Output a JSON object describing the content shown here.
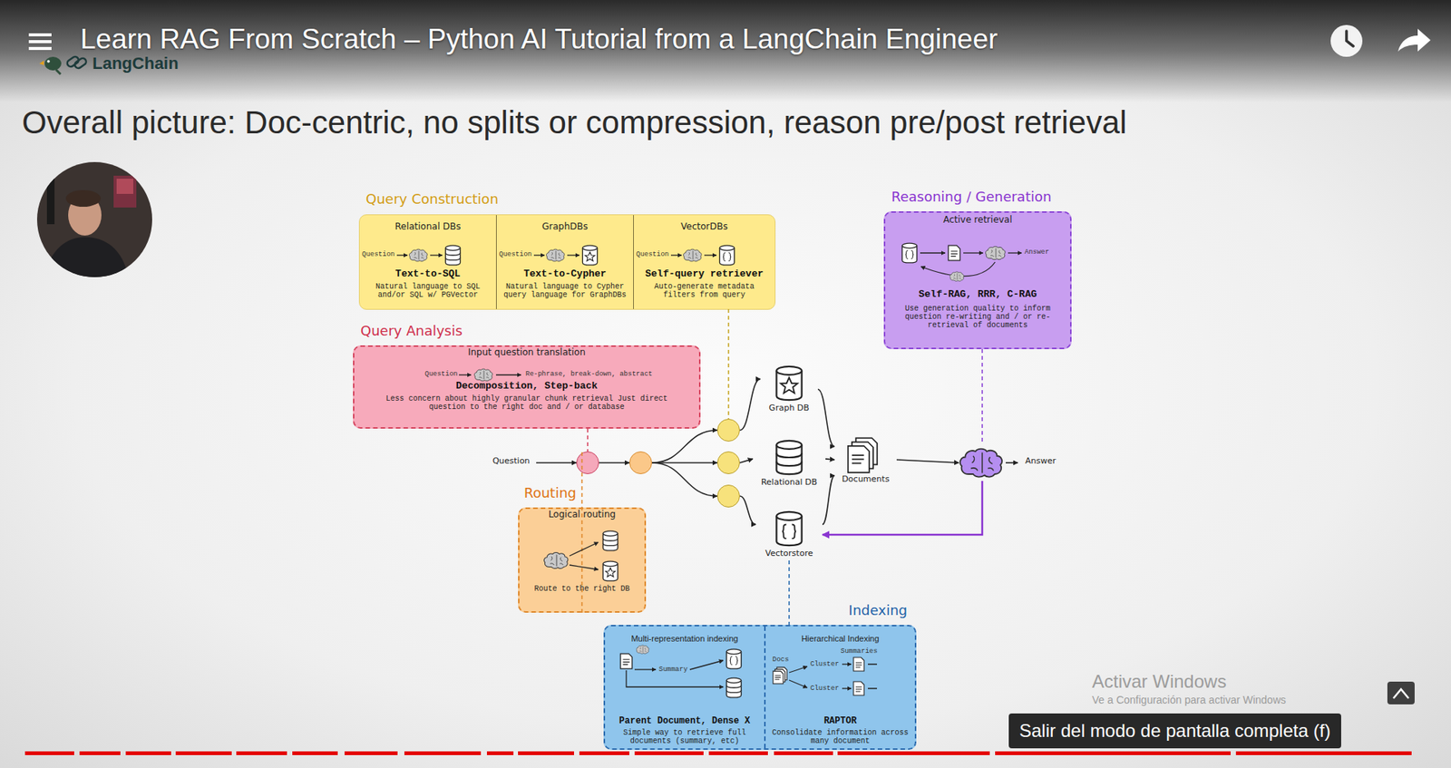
{
  "diagram": {
    "title": "Overall picture: Doc-centric, no splits or compression, reason pre/post retrieval",
    "nodes": [
      {
        "text": [
          "Query Construction"
        ]
      },
      {
        "text": [
          "Relational DBs",
          "Text-to-SQL",
          "Natural language to SQL and/or SQL w/ PGVector"
        ],
        "in": 0
      },
      {
        "text": [
          "GraphDBs",
          "Text-to-Cypher",
          "Natural language to Cypher query language for GraphDBs"
        ],
        "in": 0
      },
      {
        "text": [
          "VectorDBs",
          "Self-query retriever",
          "Auto-generate metadata filters from query"
        ],
        "in": 0
      },
      {
        "text": [
          "Reasoning / Generation",
          "Active retrieval",
          "Self-RAG, RRR, C-RAG",
          "Use generation quality to inform question re-writing and / or re-retrieval of documents"
        ]
      },
      {
        "text": [
          "Query Analysis",
          "Input question translation",
          "Decomposition, Step-back",
          "Less concern about highly granular chunk retrieval Just direct question to the right doc and / or database"
        ]
      },
      {
        "text": [
          "Graph DB"
        ]
      },
      {
        "text": []
      },
      {
        "text": [
          "Question"
        ]
      },
      {
        "text": []
      },
      {
        "text": []
      },
      {
        "text": []
      },
      {
        "text": [
          "Relational DB"
        ]
      },
      {
        "text": [
          "Documents"
        ]
      },
      {
        "text": []
      },
      {
        "text": [
          "Answer"
        ]
      },
      {
        "text": []
      },
      {
        "text": [
          "Vectorstore"
        ]
      },
      {
        "text": [
          "Routing",
          "Logical routing",
          "Route to the right DB"
        ]
      },
      {
        "text": [
          "Indexing"
        ]
      },
      {
        "text": [
          "Multi-representation indexing",
          "Parent Document, Dense X",
          "Simple way to retrieve full documents (summary, etc)"
        ],
        "in": 19
      },
      {
        "text": [
          "Hierarchical Indexing",
          "RAPTOR",
          "Consolidate information across many document"
        ],
        "in": 19
      }
    ],
    "edges": [
      {
        "from": 8,
        "to": 9,
        "arrow": "to"
      },
      {
        "from": 9,
        "to": 10,
        "arrow": "to"
      },
      {
        "from": 10,
        "to": 7,
        "arrow": "to"
      },
      {
        "from": 10,
        "to": 11,
        "arrow": "to"
      },
      {
        "from": 10,
        "to": 16,
        "arrow": "to"
      },
      {
        "from": 7,
        "to": 6,
        "arrow": "to"
      },
      {
        "from": 11,
        "to": 12,
        "arrow": "to"
      },
      {
        "from": 16,
        "to": 17,
        "arrow": "to"
      },
      {
        "from": 6,
        "to": 13,
        "arrow": "to"
      },
      {
        "from": 12,
        "to": 13,
        "arrow": "to"
      },
      {
        "from": 17,
        "to": 13,
        "arrow": "to"
      },
      {
        "from": 13,
        "to": 14,
        "arrow": "to"
      },
      {
        "from": 14,
        "to": 15,
        "arrow": "to"
      },
      {
        "from": 14,
        "to": 17,
        "arrow": "to"
      },
      {
        "from": 5,
        "to": 9,
        "arrow": "none"
      },
      {
        "from": 18,
        "to": 10,
        "arrow": "none"
      },
      {
        "from": 3,
        "to": 7,
        "arrow": "none"
      },
      {
        "from": 4,
        "to": 14,
        "arrow": "none"
      },
      {
        "from": 17,
        "to": 19,
        "arrow": "none"
      }
    ],
    "labels": [
      "Learn RAG From Scratch – Python AI Tutorial from a LangChain Engineer",
      "LangChain",
      "Question",
      "Question",
      "Question",
      "Question",
      "Re-phrase, break-down, abstract",
      "Answer",
      "Summary",
      "Summaries",
      "Docs",
      "Cluster",
      "Cluster",
      "Activar Windows",
      "Ve a Configuración para activar Windows",
      "Salir del modo de pantalla completa (f)"
    ]
  }
}
